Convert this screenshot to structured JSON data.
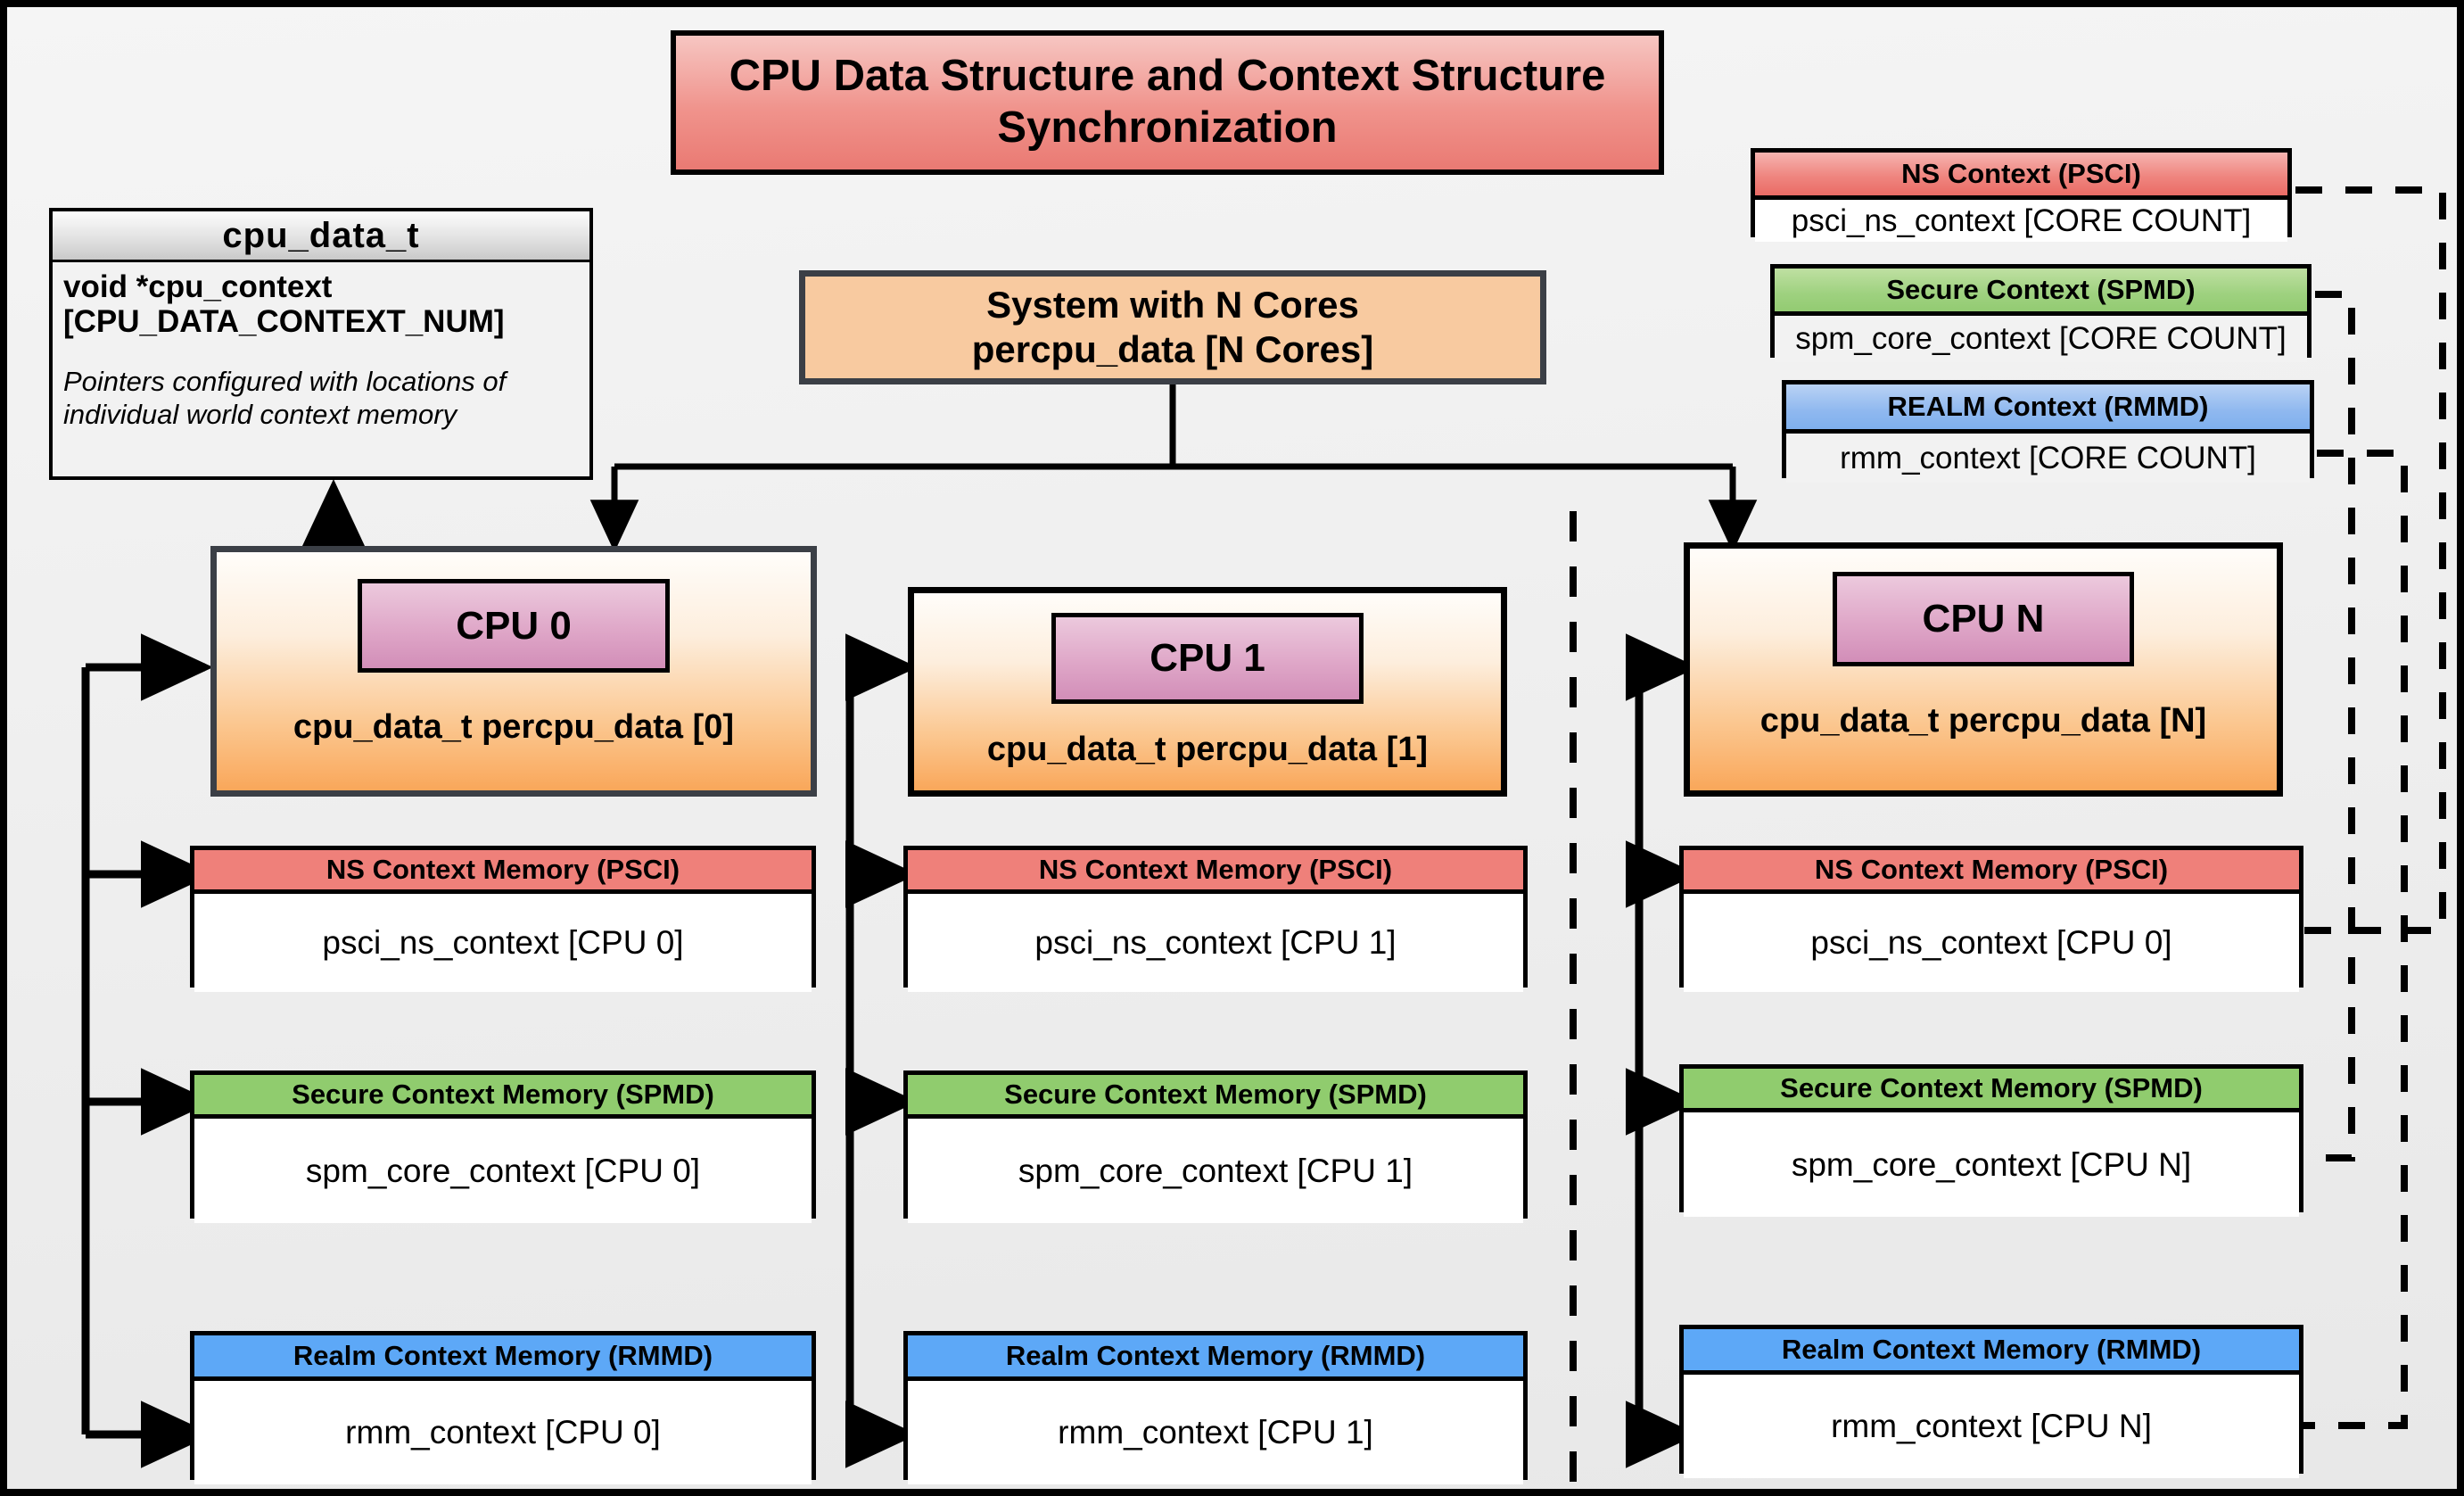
{
  "title": "CPU Data Structure and Context Structure Synchronization",
  "cpu_data_struct": {
    "name": "cpu_data_t",
    "field": "void  *cpu_context [CPU_DATA_CONTEXT_NUM]",
    "note": "Pointers configured with locations of individual world context memory"
  },
  "system": {
    "line1": "System with N Cores",
    "line2": "percpu_data [N Cores]"
  },
  "global_contexts": [
    {
      "header": "NS Context  (PSCI)",
      "body": "psci_ns_context [CORE COUNT]",
      "style": "ns"
    },
    {
      "header": "Secure Context (SPMD)",
      "body": "spm_core_context [CORE COUNT]",
      "style": "secure"
    },
    {
      "header": "REALM Context (RMMD)",
      "body": "rmm_context [CORE COUNT]",
      "style": "realm"
    }
  ],
  "cpus": [
    {
      "chip": "CPU 0",
      "label": "cpu_data_t percpu_data [0]",
      "memories": [
        {
          "header": "NS Context Memory (PSCI)",
          "body": "psci_ns_context [CPU 0]",
          "style": "ns"
        },
        {
          "header": "Secure Context Memory (SPMD)",
          "body": "spm_core_context [CPU 0]",
          "style": "secure"
        },
        {
          "header": "Realm Context Memory (RMMD)",
          "body": "rmm_context [CPU 0]",
          "style": "realm"
        }
      ]
    },
    {
      "chip": "CPU 1",
      "label": "cpu_data_t percpu_data [1]",
      "memories": [
        {
          "header": "NS Context Memory (PSCI)",
          "body": "psci_ns_context [CPU 1]",
          "style": "ns"
        },
        {
          "header": "Secure Context Memory (SPMD)",
          "body": "spm_core_context [CPU 1]",
          "style": "secure"
        },
        {
          "header": "Realm Context Memory (RMMD)",
          "body": "rmm_context [CPU 1]",
          "style": "realm"
        }
      ]
    },
    {
      "chip": "CPU N",
      "label": "cpu_data_t percpu_data [N]",
      "memories": [
        {
          "header": "NS Context Memory (PSCI)",
          "body": "psci_ns_context [CPU 0]",
          "style": "ns"
        },
        {
          "header": "Secure Context Memory (SPMD)",
          "body": "spm_core_context [CPU N]",
          "style": "secure"
        },
        {
          "header": "Realm Context Memory (RMMD)",
          "body": "rmm_context [CPU N]",
          "style": "realm"
        }
      ]
    }
  ],
  "colors": {
    "ns": "#ef807a",
    "secure": "#90cc6e",
    "realm": "#5da8f7",
    "cpu_chip": "#d28eb8",
    "cpu_box": "#f9a75a",
    "system": "#f8caa0",
    "title": "#ea7a73",
    "background": "#efefef",
    "stroke": "#000000"
  }
}
